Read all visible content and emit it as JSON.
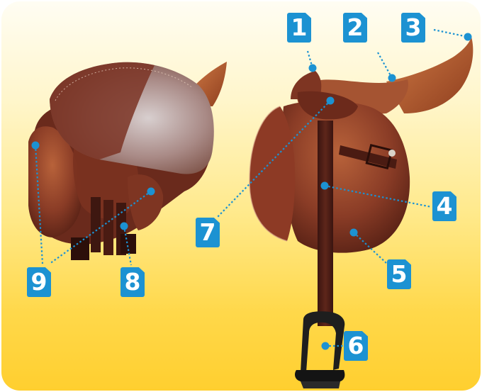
{
  "labels": [
    "1",
    "2",
    "3",
    "4",
    "5",
    "6",
    "7",
    "8",
    "9"
  ],
  "colors": {
    "badge": "#1c92d2",
    "badge_text": "#ffffff",
    "leader": "#1c92d2",
    "background_top": "#fffdf3",
    "background_bottom": "#ffcf2f",
    "leather_dark": "#5b2418",
    "leather_mid": "#8a3c26",
    "leather_light": "#b8623a"
  }
}
